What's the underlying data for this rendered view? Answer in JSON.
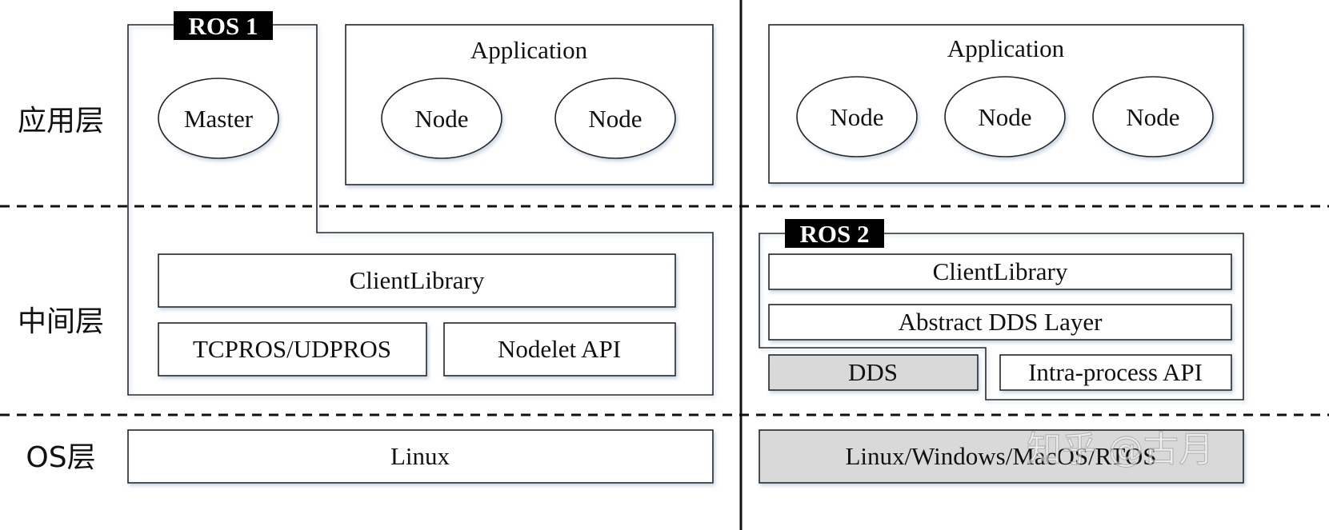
{
  "layers": {
    "app": "应用层",
    "middle": "中间层",
    "os": "OS层"
  },
  "ros1": {
    "tag": "ROS 1",
    "master": "Master",
    "application": "Application",
    "nodes": [
      "Node",
      "Node"
    ],
    "client_library": "ClientLibrary",
    "transport": "TCPROS/UDPROS",
    "nodelet": "Nodelet API",
    "os": "Linux"
  },
  "ros2": {
    "tag": "ROS 2",
    "application": "Application",
    "nodes": [
      "Node",
      "Node",
      "Node"
    ],
    "client_library": "ClientLibrary",
    "abstract_dds": "Abstract DDS Layer",
    "dds": "DDS",
    "intra_process": "Intra-process API",
    "os": "Linux/Windows/MacOS/RTOS"
  },
  "watermark": "知乎 @古月"
}
